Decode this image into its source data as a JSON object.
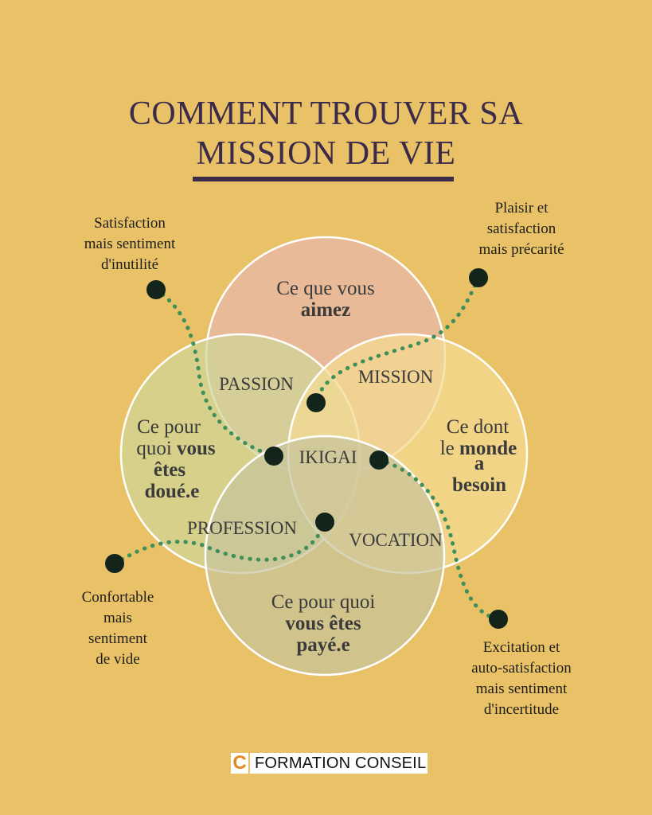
{
  "title": {
    "line1": "COMMENT TROUVER SA",
    "line2": "MISSION DE VIE"
  },
  "circles": {
    "top": {
      "light": "Ce que vous",
      "bold": "aimez",
      "color": "#e8b8a0"
    },
    "left": {
      "line1_light": "Ce pour",
      "line2_light": "quoi",
      "line2_bold": "vous",
      "line3_bold": "êtes",
      "line4_bold": "doué.e",
      "color": "#cfd59a"
    },
    "right": {
      "line1_light": "Ce dont",
      "line2_light": "le",
      "line2_bold": "monde",
      "line3_bold": "a",
      "line4_bold": "besoin",
      "color": "#f4db92"
    },
    "bottom": {
      "light": "Ce pour quoi",
      "bold1": "vous êtes",
      "bold2": "payé.e",
      "color": "#c6c39c"
    }
  },
  "overlaps": {
    "passion": "PASSION",
    "mission": "MISSION",
    "profession": "PROFESSION",
    "vocation": "VOCATION",
    "ikigai": "IKIGAI"
  },
  "notes": {
    "top_left": [
      "Satisfaction",
      "mais sentiment",
      "d'inutilité"
    ],
    "top_right": [
      "Plaisir et",
      "satisfaction",
      "mais précarité"
    ],
    "bottom_left": [
      "Confortable",
      "mais",
      "sentiment",
      "de vide"
    ],
    "bottom_right": [
      "Excitation et",
      "auto-satisfaction",
      "mais sentiment",
      "d'incertitude"
    ]
  },
  "colors": {
    "background": "#e9c166",
    "title": "#3b2a4a",
    "dotted_line": "#3f8f5a",
    "dot": "#13241a",
    "circle_stroke": "#ffffff"
  },
  "logo": {
    "mark": "C",
    "text": "FORMATION CONSEIL"
  }
}
